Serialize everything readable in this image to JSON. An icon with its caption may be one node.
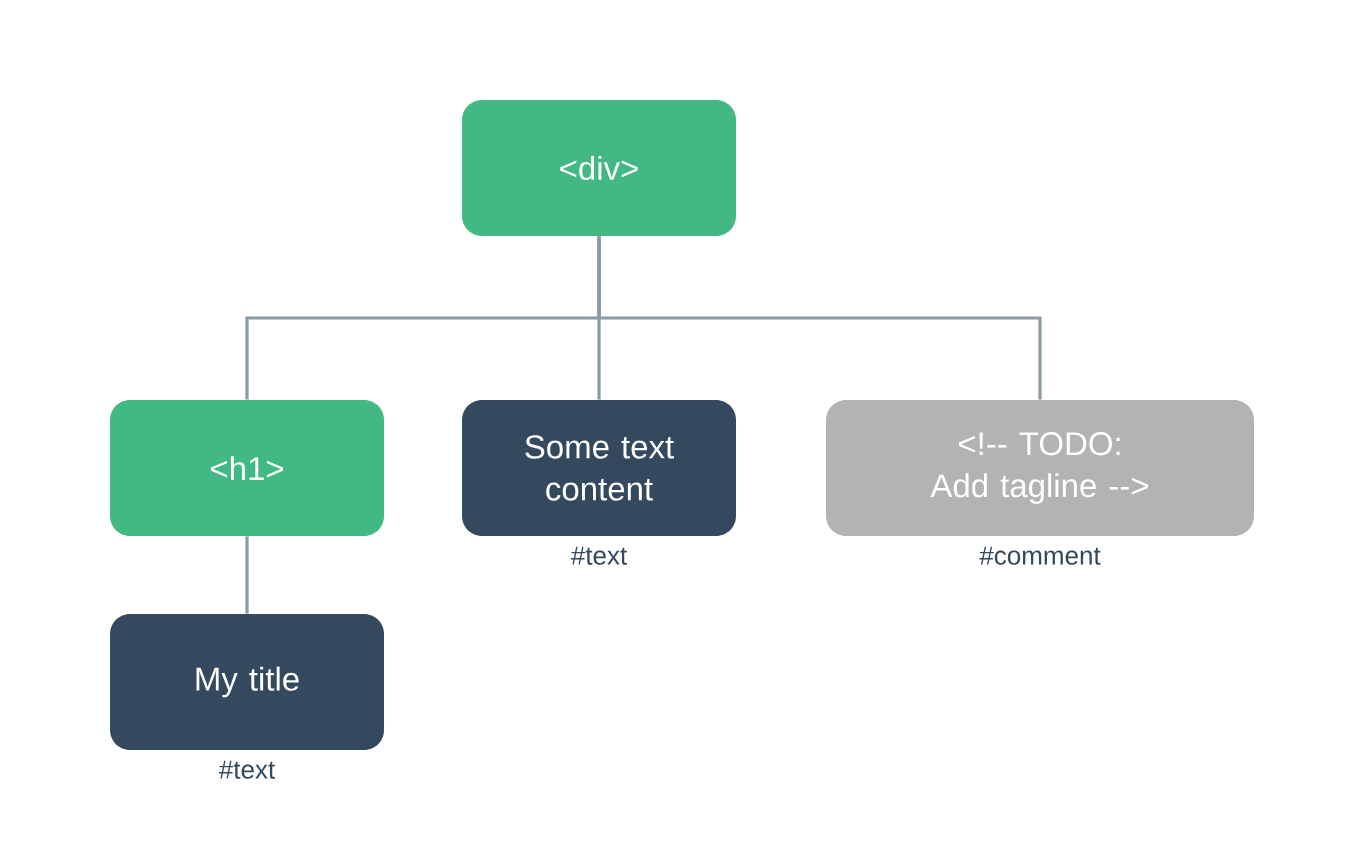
{
  "diagram": {
    "nodes": [
      {
        "text": [
          "<div>"
        ]
      },
      {
        "text": [
          "<h1>"
        ]
      },
      {
        "text": [
          "Some text content"
        ],
        "beside": [
          "#text"
        ]
      },
      {
        "text": [
          "<!-- TODO: Add tagline  -->"
        ],
        "beside": [
          "#comment"
        ]
      },
      {
        "text": [
          "My title"
        ],
        "beside": [
          "#text"
        ]
      }
    ],
    "edges": [
      {
        "from": 0,
        "to": 1,
        "arrow": "none"
      },
      {
        "from": 0,
        "to": 2,
        "arrow": "none"
      },
      {
        "from": 0,
        "to": 3,
        "arrow": "none"
      },
      {
        "from": 1,
        "to": 4,
        "arrow": "none"
      }
    ]
  }
}
